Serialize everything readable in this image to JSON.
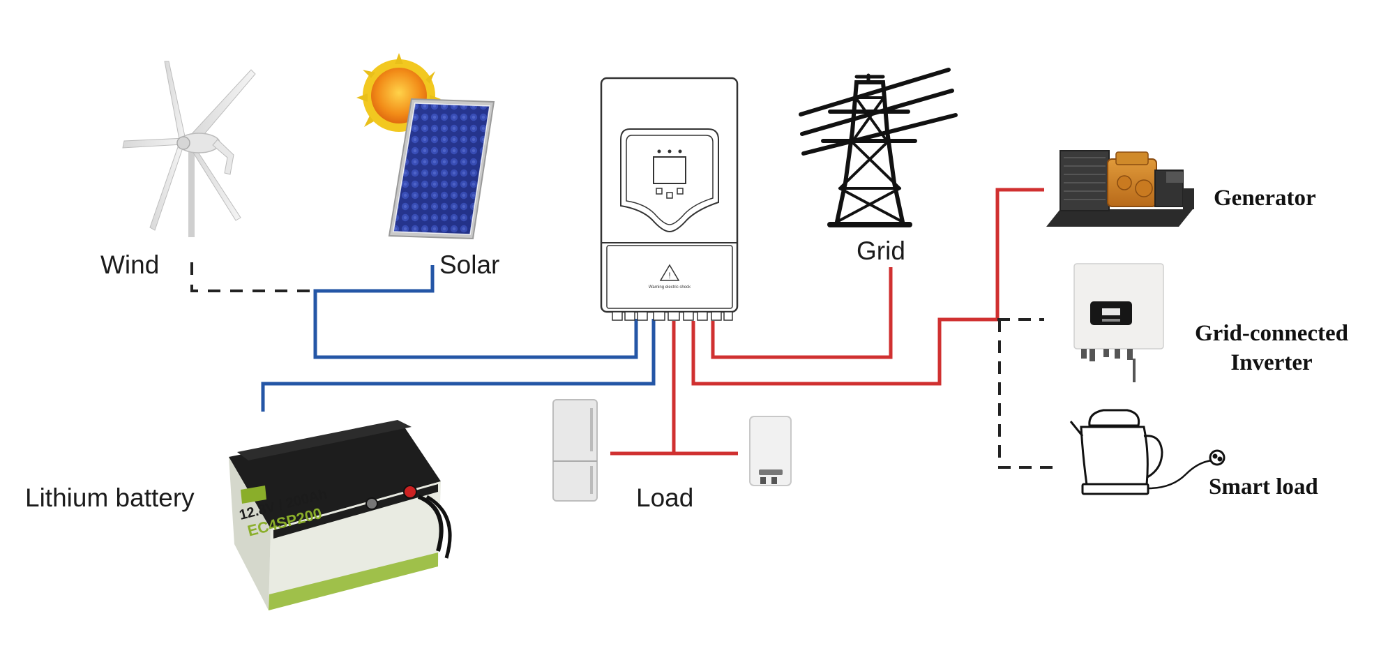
{
  "labels": {
    "wind": "Wind",
    "solar": "Solar",
    "grid": "Grid",
    "generator": "Generator",
    "grid_inverter_line1": "Grid-connected",
    "grid_inverter_line2": "Inverter",
    "smart_load": "Smart load",
    "lithium_battery": "Lithium battery",
    "load": "Load"
  },
  "battery_print": {
    "rating": "12.8V / 200Ah",
    "model": "EC4SP200"
  },
  "inverter_print": {
    "warning": "Warning electric shock"
  },
  "colors": {
    "dc_line": "#2456a6",
    "ac_line": "#d03030",
    "optional_line": "#222222"
  },
  "icons": [
    "wind-turbine-icon",
    "solar-panel-icon",
    "sun-icon",
    "hybrid-inverter-icon",
    "power-tower-icon",
    "generator-icon",
    "grid-inverter-icon",
    "kettle-icon",
    "battery-icon",
    "fridge-icon",
    "boiler-icon"
  ]
}
